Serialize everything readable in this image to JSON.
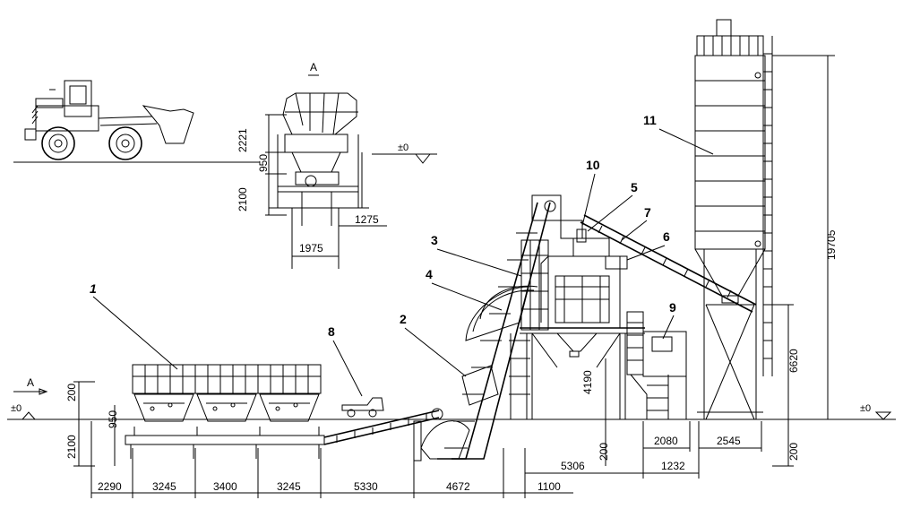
{
  "section_label": "A",
  "section_marker": "A",
  "level_mark": "±0",
  "callouts": [
    "1",
    "2",
    "3",
    "4",
    "5",
    "6",
    "7",
    "8",
    "9",
    "10",
    "11"
  ],
  "dims": {
    "side_view": [
      "2221",
      "950",
      "2100",
      "1275",
      "1975"
    ],
    "bottom_row": [
      "2290",
      "3245",
      "3400",
      "3245",
      "5330",
      "4672",
      "1100"
    ],
    "lower_mid": [
      "5306",
      "1232",
      "2080",
      "2545"
    ],
    "vertical": [
      "200",
      "950",
      "2100",
      "4190",
      "200",
      "6620",
      "200",
      "19705"
    ]
  },
  "colors": {
    "line": "#000000",
    "background": "#ffffff"
  }
}
